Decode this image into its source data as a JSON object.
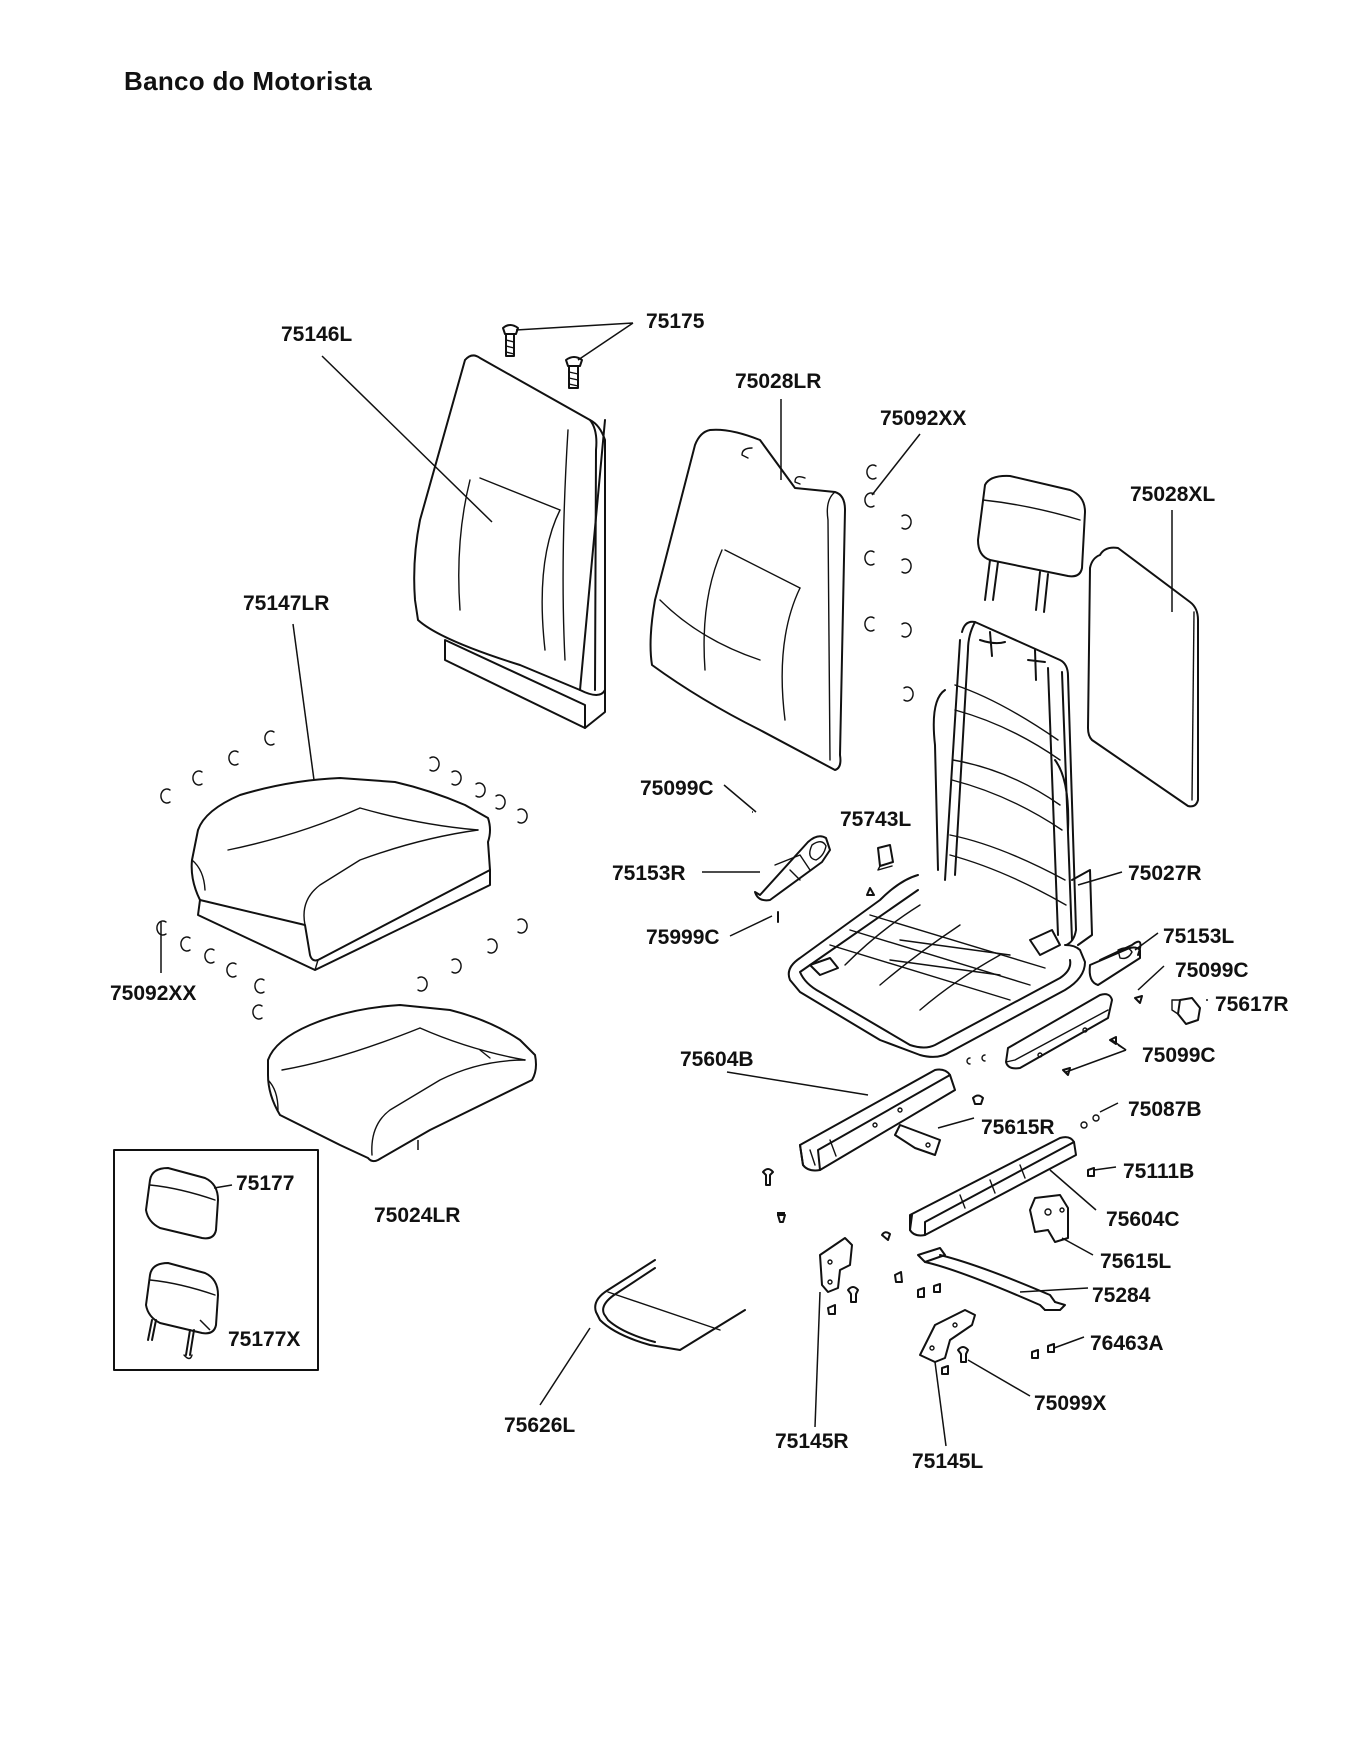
{
  "title": "Banco do Motorista",
  "labels": {
    "p75175": "75175",
    "p75146L": "75146L",
    "p75028LR": "75028LR",
    "p75092XX_top": "75092XX",
    "p75028XL": "75028XL",
    "p75147LR": "75147LR",
    "p75099C_a": "75099C",
    "p75743L": "75743L",
    "p75153R": "75153R",
    "p75027R": "75027R",
    "p75999C": "75999C",
    "p75153L": "75153L",
    "p75099C_b": "75099C",
    "p75617R": "75617R",
    "p75092XX_left": "75092XX",
    "p75099C_c": "75099C",
    "p75604B": "75604B",
    "p75087B": "75087B",
    "p75615R": "75615R",
    "p75177": "75177",
    "p75111B": "75111B",
    "p75024LR": "75024LR",
    "p75604C": "75604C",
    "p75615L": "75615L",
    "p75284": "75284",
    "p75177X": "75177X",
    "p76463A": "76463A",
    "p75099X": "75099X",
    "p75626L": "75626L",
    "p75145R": "75145R",
    "p75145L": "75145L"
  }
}
